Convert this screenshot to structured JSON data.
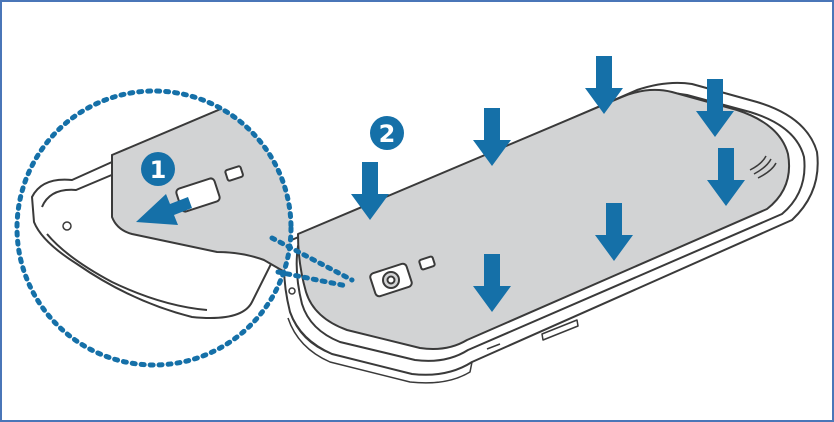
{
  "steps": [
    {
      "label": "1"
    },
    {
      "label": "2"
    }
  ],
  "colors": {
    "border": "#4a76b8",
    "accent": "#1570a8",
    "cover_fill": "#d2d3d4",
    "outline": "#3a3a3a"
  },
  "icons": {
    "press_arrows": "arrow-down-icon",
    "slide_arrow": "arrow-left-icon",
    "magnifier": "dotted-zoom-circle"
  }
}
